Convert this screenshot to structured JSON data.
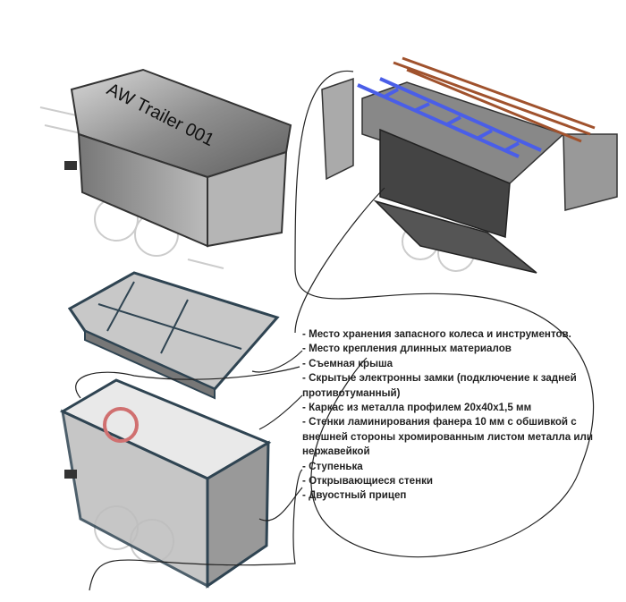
{
  "trailer_label": "AW Trailer 001",
  "features": [
    "- Место хранения запасного колеса и инструментов.",
    "- Место крепления длинных материалов",
    "- Съемная крыша",
    "- Скрытые электронны замки (подключение к задней противотуманный)",
    "- Каркас из металла профилем 20x40x1,5 мм",
    "- Стенки ламинирования фанера 10 мм с обшивкой с внешней стороны хромированным листом металла или нержавейкой",
    "- Ступенька",
    "- Открывающиеся стенки",
    "- Двуостный прицеп"
  ],
  "colors": {
    "ladder": "#4a5ee8",
    "pipes": "#a0522d",
    "frame": "#2f4452",
    "metal": "#9a9a9a",
    "wheel_mark": "#d07070"
  }
}
